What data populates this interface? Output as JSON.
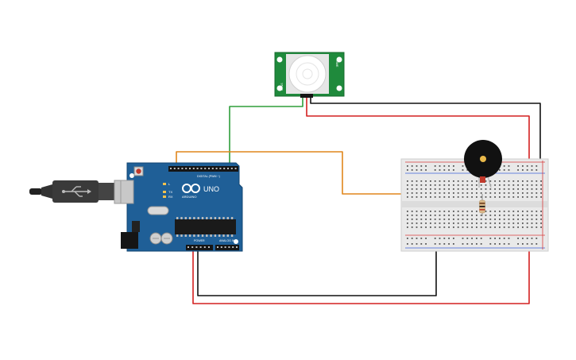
{
  "circuit": {
    "arduino": {
      "brand": "ARDUINO",
      "model": "UNO",
      "digital_header_label": "DIGITAL (PWM ~)",
      "power_header_label": "POWER",
      "analog_header_label": "ANALOG IN",
      "tx_label": "TX",
      "rx_label": "RX",
      "l_label": "L",
      "board_color": "#1f5f97"
    },
    "pir_sensor": {
      "left_label": "SENS",
      "right_label": "TIME",
      "board_color": "#1f8a3c"
    },
    "breadboard": {
      "color": "#e9e9e9",
      "rail_red": "#d83a3a",
      "rail_blue": "#3a5fd8"
    },
    "buzzer": {
      "color": "#111111"
    },
    "wires": {
      "signal_green": "#2e9e3a",
      "signal_orange": "#e0861c",
      "power_red": "#d32020",
      "ground_black": "#111111"
    },
    "usb_cable": {
      "color": "#222222"
    }
  }
}
